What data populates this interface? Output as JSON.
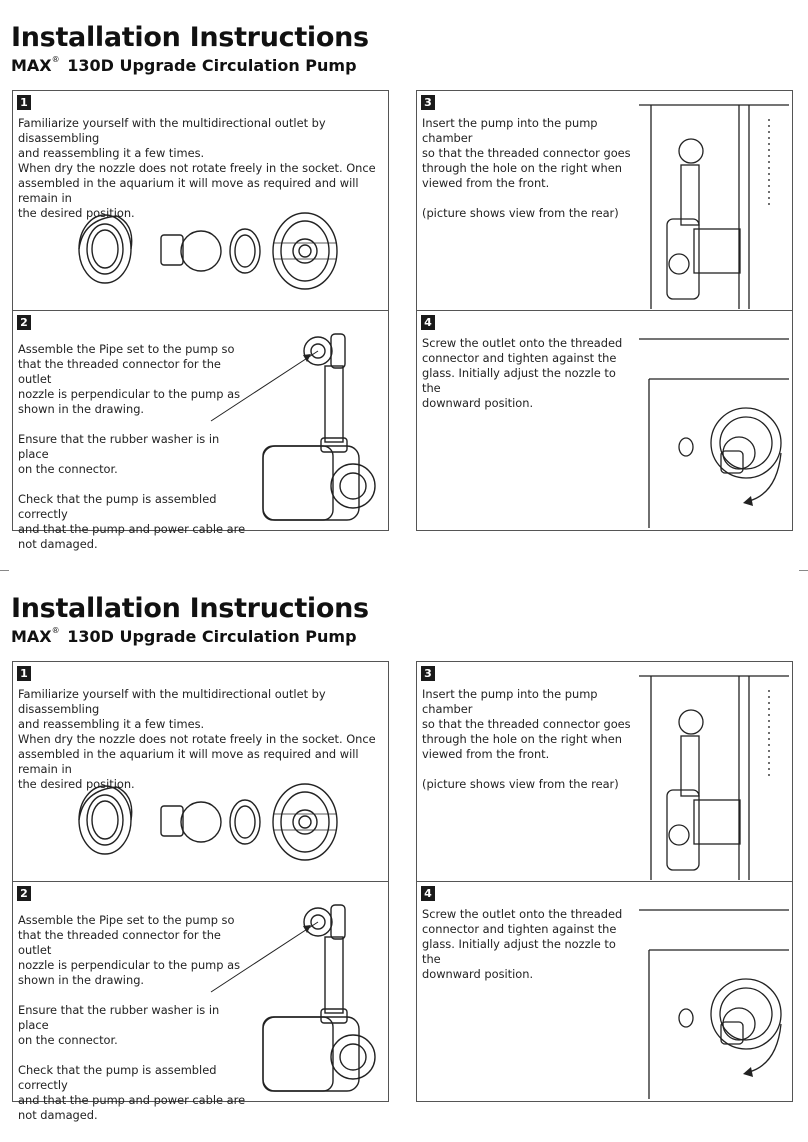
{
  "sheets": [
    {
      "title": "Installation Instructions",
      "product_brand": "MAX",
      "product_mark": "®",
      "product_name": "130D Upgrade Circulation Pump",
      "steps": [
        {
          "number": "1",
          "lines": [
            "Familiarize yourself with the multidirectional outlet by disassembling",
            "and reassembling it a few times.",
            "When dry the nozzle does not rotate freely in the socket. Once",
            "assembled in the aquarium it will move as required and will remain in",
            "the desired position."
          ]
        },
        {
          "number": "2",
          "para1": [
            "Assemble the Pipe set to the pump so",
            "that the threaded connector for the outlet",
            "nozzle is perpendicular to the pump as",
            "shown in the drawing."
          ],
          "para2": [
            "Ensure that the rubber washer is in place",
            "on the connector."
          ],
          "para3": [
            "Check that the pump is assembled correctly",
            "and that the pump and power cable are",
            "not damaged."
          ]
        },
        {
          "number": "3",
          "para1": [
            "Insert the pump into the pump chamber",
            "so that the threaded connector goes",
            "through the hole on the right when",
            "viewed from the front."
          ],
          "para2": [
            "(picture shows view from the rear)"
          ]
        },
        {
          "number": "4",
          "para1": [
            "Screw the outlet onto the threaded",
            "connector and tighten against the",
            "glass. Initially adjust the nozzle to the",
            "downward position."
          ]
        }
      ]
    },
    {
      "title": "Installation Instructions",
      "product_brand": "MAX",
      "product_mark": "®",
      "product_name": "130D Upgrade Circulation Pump",
      "steps": [
        {
          "number": "1",
          "lines": [
            "Familiarize yourself with the multidirectional outlet by disassembling",
            "and reassembling it a few times.",
            "When dry the nozzle does not rotate freely in the socket. Once",
            "assembled in the aquarium it will move as required and will remain in",
            "the desired position."
          ]
        },
        {
          "number": "2",
          "para1": [
            "Assemble the Pipe set to the pump so",
            "that the threaded connector for the outlet",
            "nozzle is perpendicular to the pump as",
            "shown in the drawing."
          ],
          "para2": [
            "Ensure that the rubber washer is in place",
            "on the connector."
          ],
          "para3": [
            "Check that the pump is assembled correctly",
            "and that the pump and power cable are",
            "not damaged."
          ]
        },
        {
          "number": "3",
          "para1": [
            "Insert the pump into the pump chamber",
            "so that the threaded connector goes",
            "through the hole on the right when",
            "viewed from the front."
          ],
          "para2": [
            "(picture shows view from the rear)"
          ]
        },
        {
          "number": "4",
          "para1": [
            "Screw the outlet onto the threaded",
            "connector and tighten against the",
            "glass. Initially adjust the nozzle to the",
            "downward position."
          ]
        }
      ]
    }
  ]
}
